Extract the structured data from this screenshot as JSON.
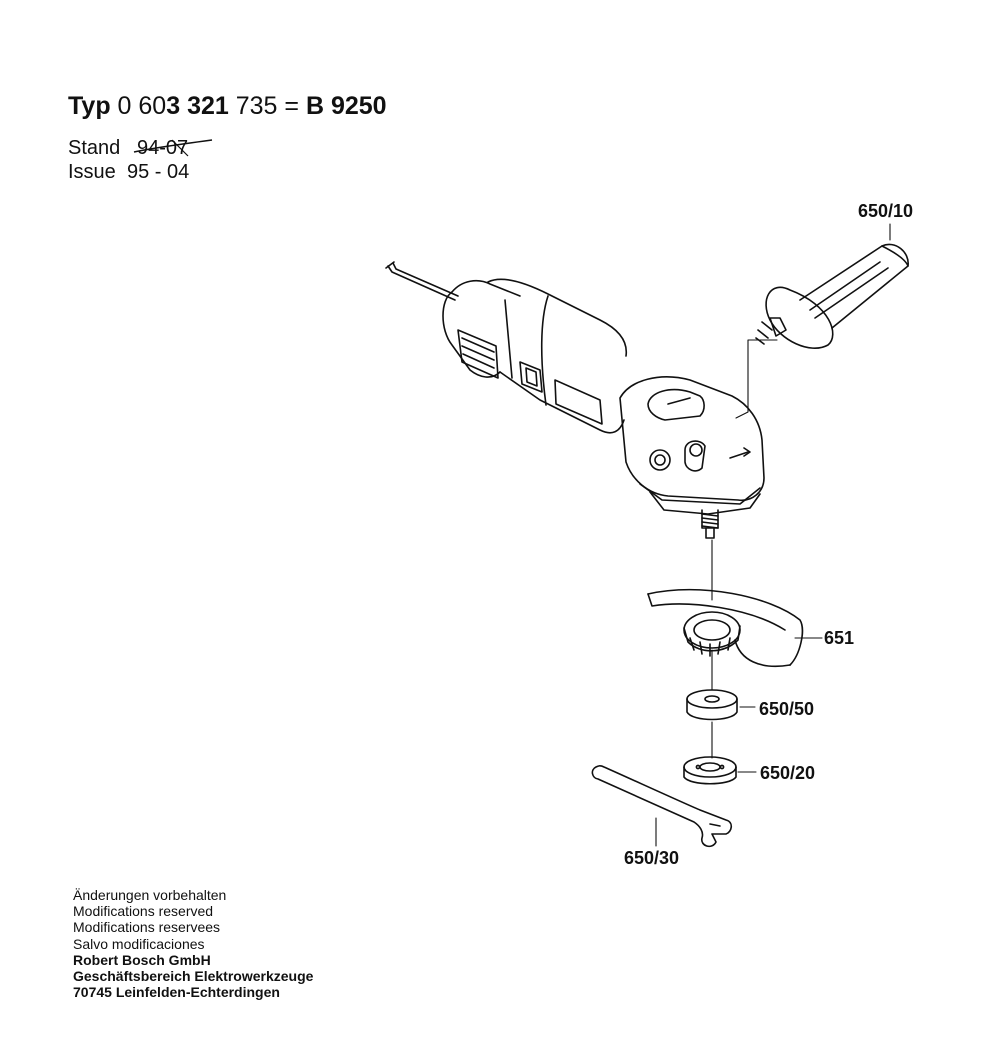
{
  "header": {
    "typ_label": "Typ",
    "number_part1": "0 60",
    "number_part2": "3 321",
    "number_part3": "735 =",
    "model": "B 9250",
    "stand_label": "Stand",
    "stand_value": "94-07",
    "issue_label": "Issue",
    "issue_value": "95 - 04"
  },
  "parts": {
    "handle": "650/10",
    "guard": "651",
    "flange": "650/50",
    "nut": "650/20",
    "spanner": "650/30"
  },
  "footer": {
    "line1": "Änderungen vorbehalten",
    "line2": "Modifications reserved",
    "line3": "Modifications reservees",
    "line4": "Salvo modificaciones",
    "company": "Robert Bosch GmbH",
    "division": "Geschäftsbereich Elektrowerkzeuge",
    "address": "70745 Leinfelden-Echterdingen"
  }
}
